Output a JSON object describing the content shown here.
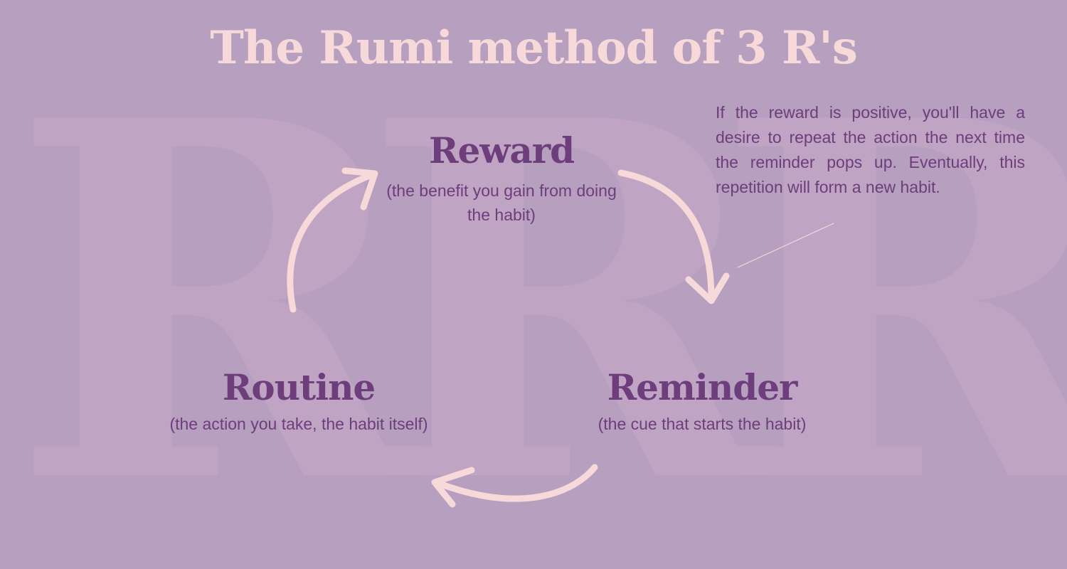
{
  "title": "The Rumi method of 3 R's",
  "background_letters": [
    "R",
    "R",
    "R"
  ],
  "nodes": {
    "reward": {
      "title": "Reward",
      "subtitle": "(the benefit you gain from doing the habit)"
    },
    "routine": {
      "title": "Routine",
      "subtitle": "(the action you take, the habit itself)"
    },
    "reminder": {
      "title": "Reminder",
      "subtitle": "(the cue that starts the habit)"
    }
  },
  "note": "If the reward is positive, you'll have a desire to repeat the action the next time the reminder pops up. Eventually, this repetition will form a new habit.",
  "colors": {
    "background": "#b69fbf",
    "background_letter": "#c1a6c6",
    "title": "#f6d9d8",
    "node_text": "#6e3d7b",
    "arrow": "#f6d9d8"
  }
}
